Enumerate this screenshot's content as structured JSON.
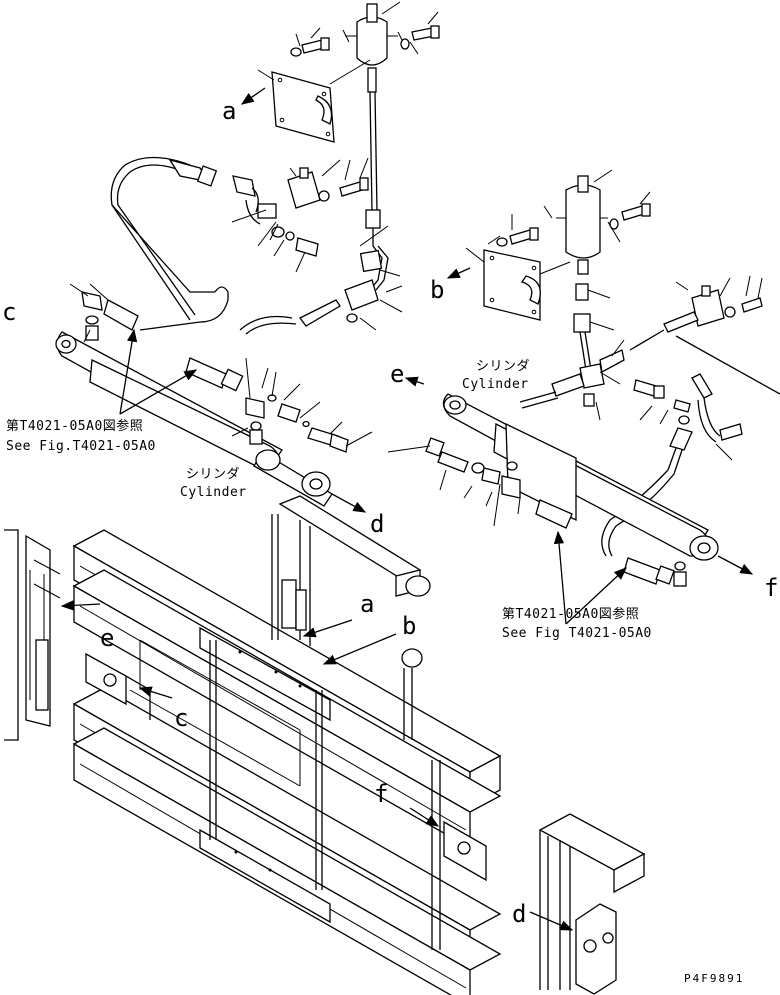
{
  "drawing_code": "P4F9891",
  "labels": {
    "a": "a",
    "b": "b",
    "c": "c",
    "d": "d",
    "e": "e",
    "f": "f"
  },
  "cylinder_left": {
    "jp": "シリンダ",
    "en": "Cylinder"
  },
  "cylinder_right": {
    "jp": "シリンダ",
    "en": "Cylinder"
  },
  "ref_left": {
    "jp": "第T4021-05A0図参照",
    "en": "See Fig.T4021-05A0"
  },
  "ref_right": {
    "jp": "第T4021-05A0図参照",
    "en": "See Fig T4021-05A0"
  }
}
